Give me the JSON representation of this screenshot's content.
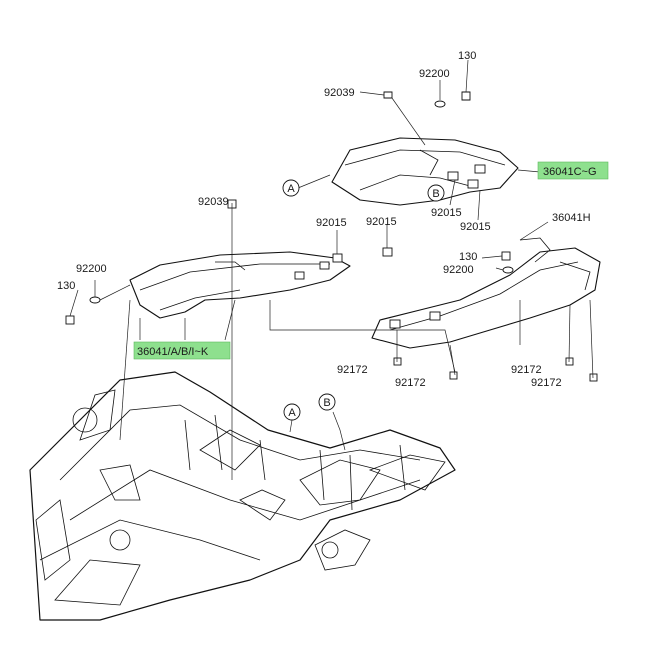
{
  "labels": {
    "p130_top": "130",
    "p92200_top": "92200",
    "p92039_top": "92039",
    "p36041cg": "36041C~G",
    "p92015_a": "92015",
    "p92015_b": "92015",
    "p36041h": "36041H",
    "p92039_left": "92039",
    "p92015_c": "92015",
    "p92015_d": "92015",
    "p130_mid": "130",
    "p92200_mid": "92200",
    "p92200_left": "92200",
    "p130_left": "130",
    "p36041abik": "36041/A/B/I~K",
    "p92172_a": "92172",
    "p92172_b": "92172",
    "p92172_c": "92172",
    "p92172_d": "92172"
  },
  "callouts": {
    "a_top": "A",
    "b_top": "B",
    "a_frame": "A",
    "b_frame": "B"
  },
  "colors": {
    "highlight": "#8ee08e",
    "line": "#111111"
  }
}
